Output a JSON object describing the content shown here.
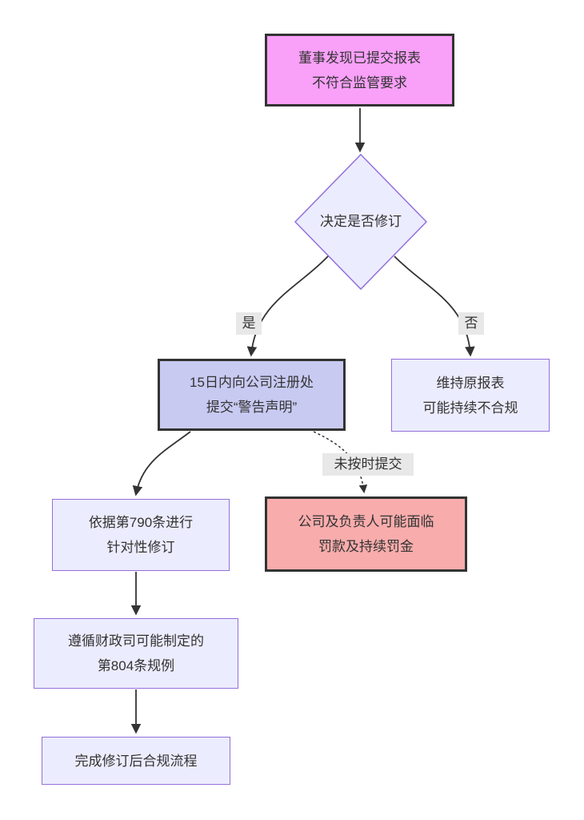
{
  "diagram": {
    "type": "flowchart",
    "direction": "top-down",
    "nodes": {
      "start": {
        "shape": "rect",
        "style": "pink",
        "lines": [
          "董事发现已提交报表",
          "不符合监管要求"
        ]
      },
      "decision": {
        "shape": "diamond",
        "style": "default",
        "lines": [
          "决定是否修订"
        ]
      },
      "submit": {
        "shape": "rect",
        "style": "blue",
        "lines": [
          "15日内向公司注册处",
          "提交“警告声明”"
        ]
      },
      "maintain": {
        "shape": "rect",
        "style": "default",
        "lines": [
          "维持原报表",
          "可能持续不合规"
        ]
      },
      "revise": {
        "shape": "rect",
        "style": "default",
        "lines": [
          "依据第790条进行",
          "针对性修订"
        ]
      },
      "penalty": {
        "shape": "rect",
        "style": "red",
        "lines": [
          "公司及负责人可能面临",
          "罚款及持续罚金"
        ]
      },
      "regulation": {
        "shape": "rect",
        "style": "default",
        "lines": [
          "遵循财政司可能制定的",
          "第804条规例"
        ]
      },
      "complete": {
        "shape": "rect",
        "style": "default",
        "lines": [
          "完成修订后合规流程"
        ]
      }
    },
    "edge_labels": {
      "yes": "是",
      "no": "否",
      "late": "未按时提交"
    },
    "edges": [
      {
        "from": "start",
        "to": "decision",
        "label": "",
        "style": "solid"
      },
      {
        "from": "decision",
        "to": "submit",
        "label": "是",
        "style": "solid"
      },
      {
        "from": "decision",
        "to": "maintain",
        "label": "否",
        "style": "solid"
      },
      {
        "from": "submit",
        "to": "revise",
        "label": "",
        "style": "solid"
      },
      {
        "from": "submit",
        "to": "penalty",
        "label": "未按时提交",
        "style": "dotted"
      },
      {
        "from": "revise",
        "to": "regulation",
        "label": "",
        "style": "solid"
      },
      {
        "from": "regulation",
        "to": "complete",
        "label": "",
        "style": "solid"
      }
    ],
    "colors": {
      "node_default_fill": "#ececff",
      "node_default_border": "#9370db",
      "node_pink_fill": "#f9a0f9",
      "node_blue_fill": "#c8caf2",
      "node_red_fill": "#f9acac",
      "dark_border": "#333333",
      "edge_color": "#333333",
      "edge_label_bg": "#e8e8e8",
      "text": "#333333",
      "background": "#ffffff"
    }
  }
}
